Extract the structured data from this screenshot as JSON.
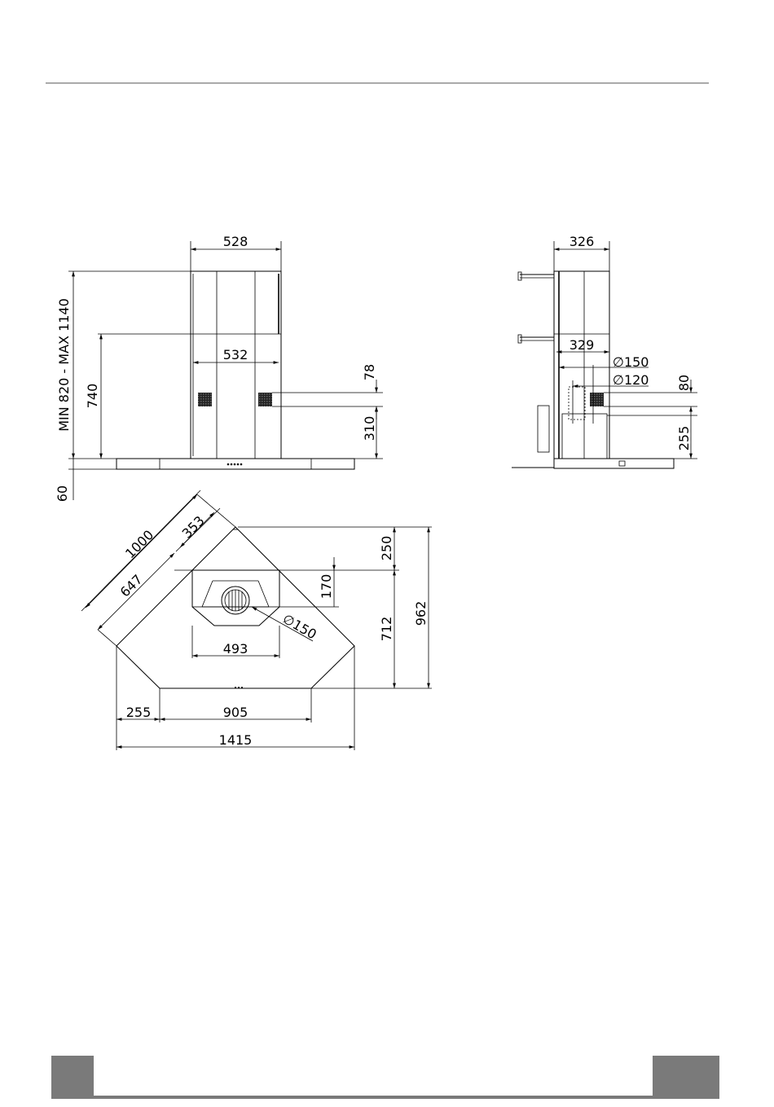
{
  "colors": {
    "ink": "#000000",
    "rule": "#555555",
    "footer": "#7a7a7a",
    "grille": "#333333"
  },
  "front_view": {
    "width_top": "528",
    "width_inner": "532",
    "height_range": "MIN 820 - MAX 1140",
    "height_740": "740",
    "bottom_60": "60",
    "side_78": "78",
    "side_310": "310"
  },
  "side_view": {
    "width_326": "326",
    "width_329": "329",
    "dia_150": "∅150",
    "dia_120": "∅120",
    "right_80": "80",
    "right_255": "255"
  },
  "plan_view": {
    "diag_1000": "1000",
    "diag_353": "353",
    "diag_647": "647",
    "dia_150": "∅150",
    "width_493": "493",
    "v_250": "250",
    "v_170": "170",
    "v_712": "712",
    "v_962": "962",
    "w_255": "255",
    "w_905": "905",
    "w_1415": "1415"
  }
}
